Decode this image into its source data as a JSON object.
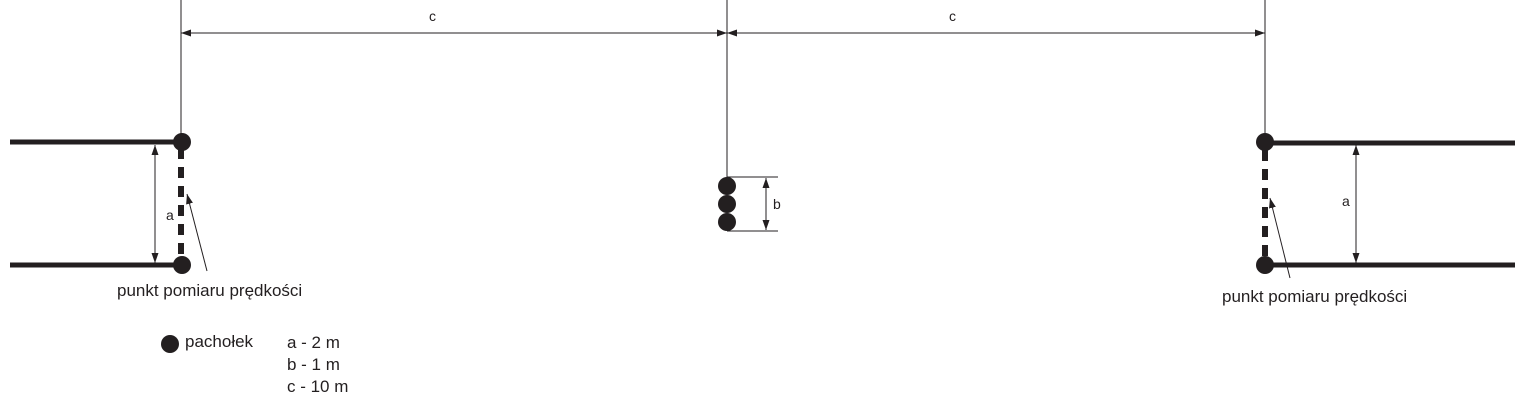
{
  "dimension_labels": {
    "c_left": "c",
    "c_right": "c",
    "a_left": "a",
    "a_right": "a",
    "b": "b"
  },
  "annotations": {
    "speed_point_left": "punkt pomiaru prędkości",
    "speed_point_right": "punkt pomiaru prędkości"
  },
  "legend": {
    "cone_label": "pachołek",
    "a": "a - 2 m",
    "b": "b - 1 m",
    "c": "c - 10 m"
  },
  "colors": {
    "ink": "#231f20",
    "background": "#ffffff"
  }
}
